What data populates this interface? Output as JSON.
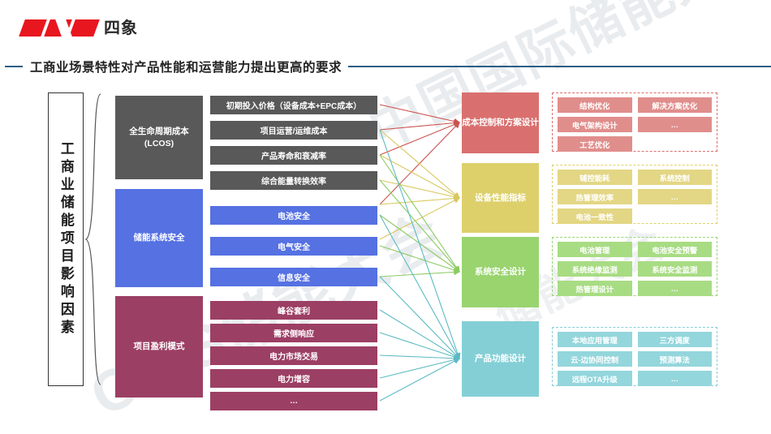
{
  "header": {
    "logo_text": "四象",
    "logo_icon": "red-parallelogram-logo",
    "title": "工商业场景特性对产品性能和运营能力提出更高的要求",
    "accent_color": "#2d5e86",
    "logo_color": "#e8161f"
  },
  "watermark": {
    "line1": "中国国际储能大会",
    "line2": "CIES储能大会",
    "line3": "储能大会"
  },
  "diagram": {
    "left_axis_label": "工商业储能项目影响因素",
    "categories": [
      {
        "label": "全生命周期成本\n(LCOS)",
        "label_line1": "全生命周期成本",
        "label_line2": "(LCOS)",
        "color": "#595959"
      },
      {
        "label": "储能系统安全",
        "color": "#5571e2"
      },
      {
        "label": "项目盈利模式",
        "color": "#9c3f64"
      }
    ],
    "items": [
      {
        "label": "初期投入价格（设备成本+EPC成本）",
        "group": "gray"
      },
      {
        "label": "项目运营/运维成本",
        "group": "gray"
      },
      {
        "label": "产品寿命和衰减率",
        "group": "gray"
      },
      {
        "label": "综合能量转换效率",
        "group": "gray"
      },
      {
        "label": "电池安全",
        "group": "blue"
      },
      {
        "label": "电气安全",
        "group": "blue"
      },
      {
        "label": "信息安全",
        "group": "blue"
      },
      {
        "label": "峰谷套利",
        "group": "mar"
      },
      {
        "label": "需求侧响应",
        "group": "mar"
      },
      {
        "label": "电力市场交易",
        "group": "mar"
      },
      {
        "label": "电力增容",
        "group": "mar"
      },
      {
        "label": "…",
        "group": "mar"
      }
    ],
    "designs": [
      {
        "label": "成本控制和方案设计",
        "color": "#d9706f"
      },
      {
        "label": "设备性能指标",
        "color": "#ddd06b"
      },
      {
        "label": "系统安全设计",
        "color": "#99d46f"
      },
      {
        "label": "产品功能设计",
        "color": "#84cfd6"
      }
    ],
    "panels": [
      {
        "accent": "#d9706f",
        "chips": [
          "结构优化",
          "解决方案优化",
          "电气架构设计",
          "…",
          "工艺优化",
          ""
        ]
      },
      {
        "accent": "#ddd06b",
        "chips": [
          "辅控能耗",
          "系统控制",
          "热管理效率",
          "…",
          "电池一致性",
          ""
        ]
      },
      {
        "accent": "#99d46f",
        "chips": [
          "电池管理",
          "电池安全预警",
          "系统绝缘监测",
          "系统安全监测",
          "热管理设计",
          "…"
        ]
      },
      {
        "accent": "#84cfd6",
        "chips": [
          "本地应用管理",
          "三方调度",
          "云-边协同控制",
          "预测算法",
          "远程OTA升级",
          "…"
        ]
      }
    ]
  }
}
